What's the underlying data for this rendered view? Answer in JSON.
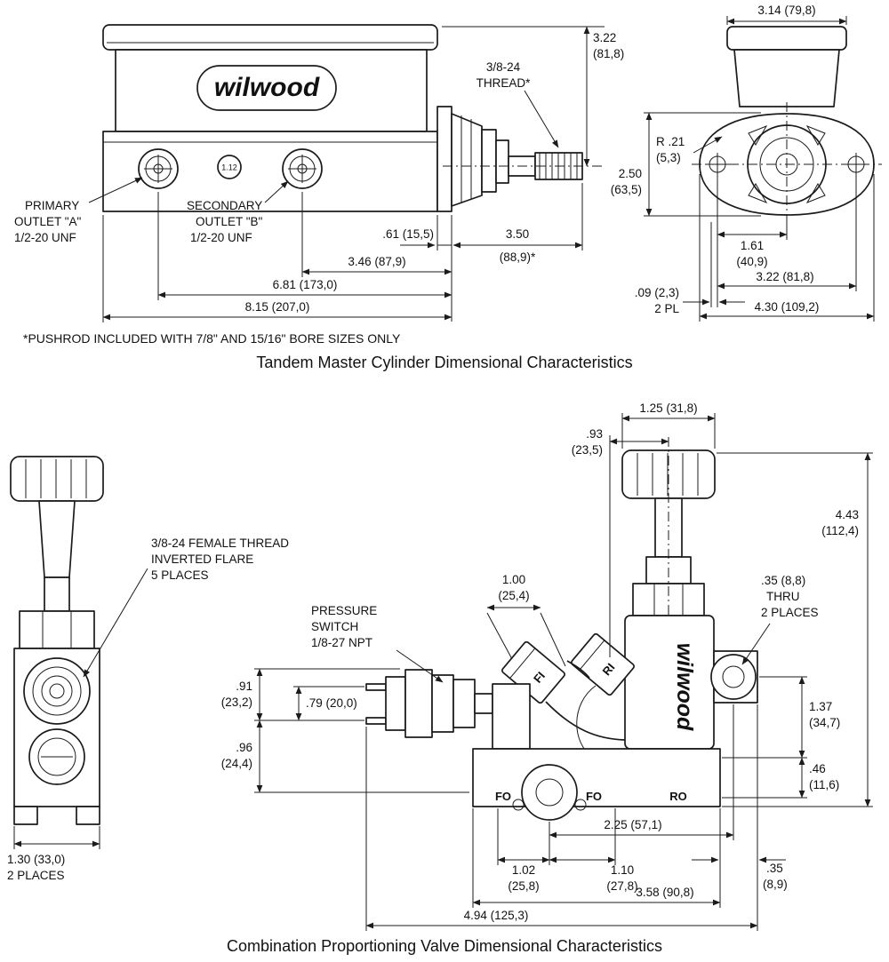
{
  "top_view": {
    "logo": "wilwood",
    "bore_badge": "1.12",
    "thread_label": [
      "3/8-24",
      "THREAD*"
    ],
    "primary_outlet": [
      "PRIMARY",
      "OUTLET \"A\"",
      "1/2-20 UNF"
    ],
    "secondary_outlet": [
      "SECONDARY",
      "OUTLET \"B\"",
      "1/2-20 UNF"
    ],
    "dim_height": [
      "3.22",
      "(81,8)"
    ],
    "dim_step": ".61 (15,5)",
    "dim_pushrod": [
      "3.50",
      "(88,9)*"
    ],
    "dim_outlet_b": "3.46 (87,9)",
    "dim_outlet_a": "6.81 (173,0)",
    "dim_overall": "8.15 (207,0)",
    "footnote": "*PUSHROD INCLUDED WITH 7/8\" AND 15/16\" BORE SIZES ONLY",
    "title": "Tandem Master Cylinder Dimensional Characteristics"
  },
  "end_view": {
    "dim_width": "3.14 (79,8)",
    "dim_radius": [
      "R .21",
      "(5,3)"
    ],
    "dim_height": [
      "2.50",
      "(63,5)"
    ],
    "dim_center": [
      "1.61",
      "(40,9)"
    ],
    "dim_offset": [
      ".09 (2,3)",
      "2 PL"
    ],
    "dim_holes": "3.22 (81,8)",
    "dim_overall": "4.30 (109,2)"
  },
  "valve": {
    "logo": "wilwood",
    "female_thread_label": [
      "3/8-24 FEMALE THREAD",
      "INVERTED FLARE",
      "5 PLACES"
    ],
    "pressure_switch_label": [
      "PRESSURE",
      "SWITCH",
      "1/8-27 NPT"
    ],
    "thru_label": [
      ".35 (8,8)",
      "THRU",
      "2 PLACES"
    ],
    "port_fi": "FI",
    "port_ri": "RI",
    "port_fo_left": "FO",
    "port_fo_right": "FO",
    "port_ro": "RO",
    "dim_knob": "1.25 (31,8)",
    "dim_knob_offset": [
      ".93",
      "(23,5)"
    ],
    "dim_height": [
      "4.43",
      "(112,4)"
    ],
    "dim_port": [
      "1.00",
      "(25,4)"
    ],
    "dim_sw_upper": [
      ".91",
      "(23,2)"
    ],
    "dim_pins": ".79 (20,0)",
    "dim_sw_lower": [
      ".96",
      "(24,4)"
    ],
    "dim_right_upper": [
      "1.37",
      "(34,7)"
    ],
    "dim_right_lower": [
      ".46",
      "(11,6)"
    ],
    "dim_span": "2.25 (57,1)",
    "dim_fo_left": [
      "1.02",
      "(25,8)"
    ],
    "dim_fo_right": [
      "1.10",
      "(27,8)"
    ],
    "dim_ro_offset": [
      ".35",
      "(8,9)"
    ],
    "dim_body": "3.58 (90,8)",
    "dim_overall": "4.94 (125,3)",
    "dim_side": [
      "1.30 (33,0)",
      "2 PLACES"
    ],
    "title": "Combination Proportioning Valve Dimensional Characteristics"
  }
}
